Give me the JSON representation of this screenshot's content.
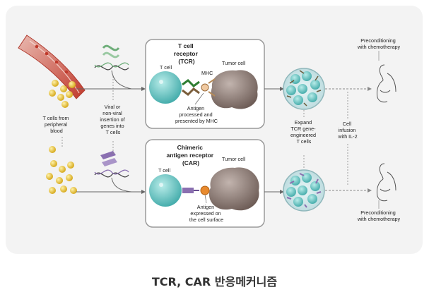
{
  "caption": "TCR, CAR 반응메커니즘",
  "diagram": {
    "peripheral_blood": [
      "T cells from",
      "peripheral",
      "blood"
    ],
    "insertion": [
      "Viral or",
      "non-viral",
      "insertion of",
      "genes into",
      "T cells"
    ],
    "tcr_box": {
      "title": [
        "T cell",
        "receptor",
        "(TCR)"
      ],
      "t_cell": "T cell",
      "mhc": "MHC",
      "tumor_cell": "Tumor cell",
      "antigen": [
        "Antigen",
        "processed and",
        "presented by MHC"
      ]
    },
    "car_box": {
      "title": [
        "Chimeric",
        "antigen receptor",
        "(CAR)"
      ],
      "t_cell": "T cell",
      "tumor_cell": "Tumor cell",
      "antigen": [
        "Antigen",
        "expressed on",
        "the cell surface"
      ]
    },
    "expand": [
      "Expand",
      "TCR gene-",
      "engineered",
      "T cells"
    ],
    "infusion": [
      "Cell",
      "infusion",
      "with IL-2"
    ],
    "precond_top": [
      "Preconditioning",
      "with chemotherapy"
    ],
    "precond_bottom": [
      "Preconditioning",
      "with chemotherapy"
    ]
  },
  "colors": {
    "t_cell": "#5fc3c2",
    "tumor": "#8f7e78",
    "vessel": "#c0392b",
    "dots": "#e0b92e",
    "dna_green": "#6fae7a",
    "dna_purple": "#8a6fb0"
  }
}
